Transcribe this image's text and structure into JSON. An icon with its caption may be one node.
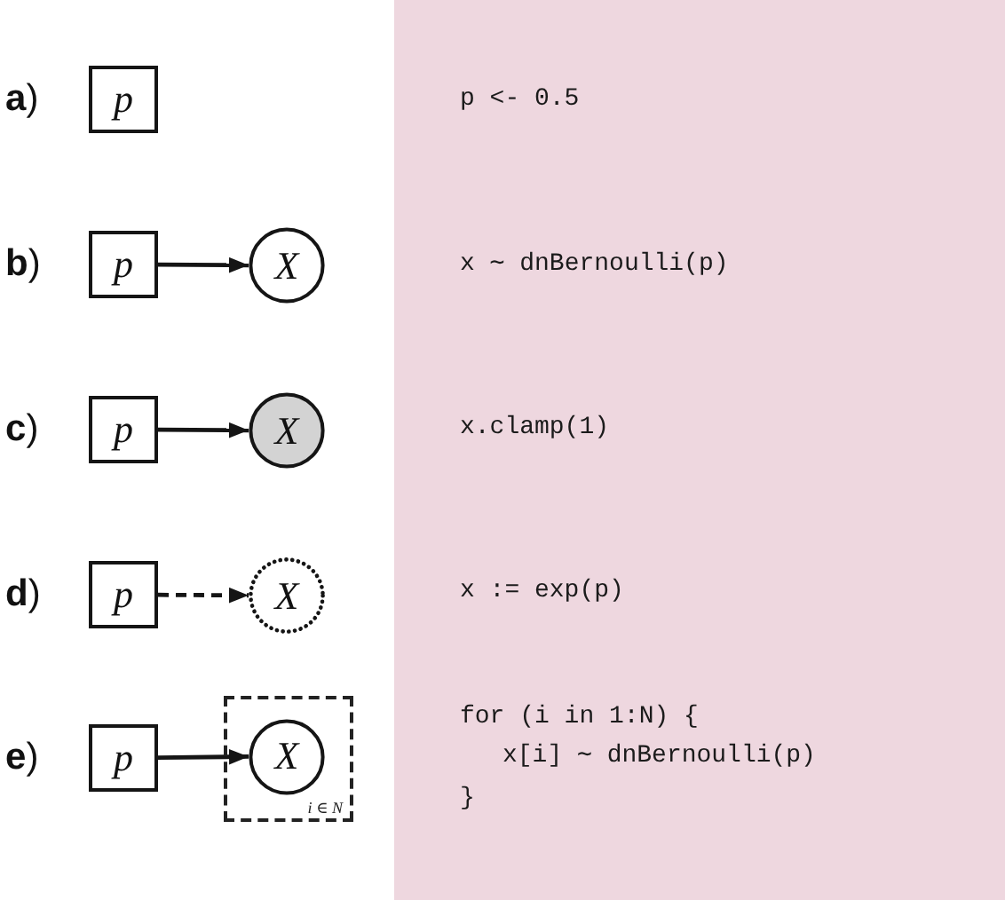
{
  "diagram": {
    "nodes": [
      {
        "text": [
          "p"
        ]
      },
      {
        "text": [
          "p"
        ]
      },
      {
        "text": [
          "X"
        ]
      },
      {
        "text": [
          "p"
        ]
      },
      {
        "text": [
          "X"
        ]
      },
      {
        "text": [
          "p"
        ]
      },
      {
        "text": [
          "X"
        ]
      },
      {
        "text": [
          "p"
        ]
      },
      {
        "text": [
          "*i* ∈ *N*"
        ]
      },
      {
        "text": [
          "X"
        ],
        "in": 8
      }
    ],
    "edges": [
      {
        "from": 1,
        "to": 2,
        "arrow": "to"
      },
      {
        "from": 3,
        "to": 4,
        "arrow": "to"
      },
      {
        "from": 5,
        "to": 6,
        "arrow": "to",
        "style": "dashed"
      },
      {
        "from": 7,
        "to": 9,
        "arrow": "to"
      }
    ],
    "labels": [
      "**a**)",
      "p <- 0.5",
      "**b**)",
      "x ∼ dnBernoulli(p)",
      "**c**)",
      "x.clamp(1)",
      "**d**)",
      "x := exp(p)",
      "**e**)",
      "for (i in 1:N) {",
      "x[i] ∼ dnBernoulli(p)",
      "}"
    ]
  }
}
